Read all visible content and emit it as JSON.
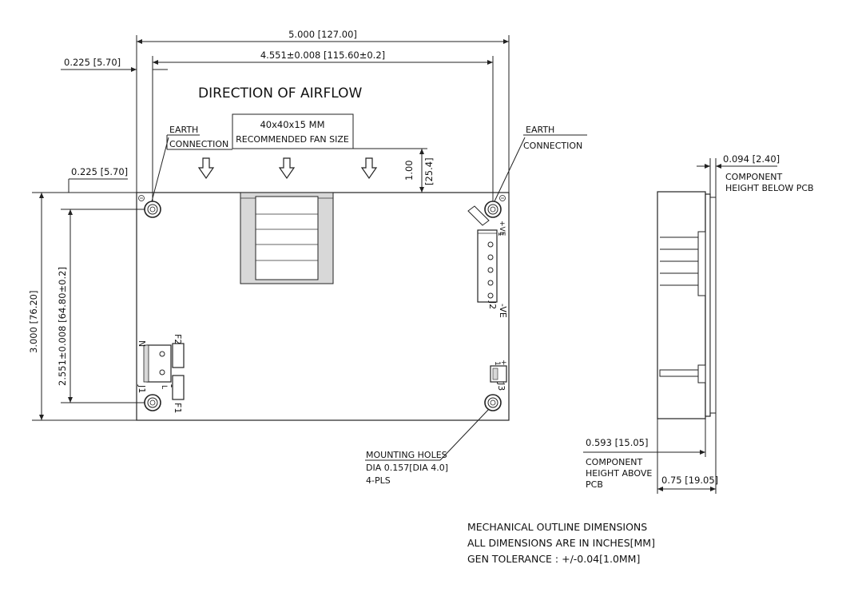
{
  "dimensions": {
    "overall_width": "5.000 [127.00]",
    "hole_spacing_width": "4.551±0.008 [115.60±0.2]",
    "left_offset_top": "0.225 [5.70]",
    "left_offset_side": "0.225 [5.70]",
    "overall_height": "3.000 [76.20]",
    "hole_spacing_height": "2.551±0.008 [64.80±0.2]",
    "fan_clearance_in": "1.00",
    "fan_clearance_mm": "[25.4]",
    "below_pcb": "0.094 [2.40]",
    "above_pcb": "0.593 [15.05]",
    "total_height": "0.75 [19.05]"
  },
  "labels": {
    "airflow": "DIRECTION OF AIRFLOW",
    "fan_size_line1": "40x40x15 MM",
    "fan_size_line2": "RECOMMENDED FAN SIZE",
    "earth_left_1": "EARTH",
    "earth_left_2": "CONNECTION",
    "earth_right_1": "EARTH",
    "earth_right_2": "CONNECTION",
    "below_pcb_1": "COMPONENT",
    "below_pcb_2": "HEIGHT BELOW PCB",
    "above_pcb_1": "COMPONENT",
    "above_pcb_2": "HEIGHT ABOVE",
    "above_pcb_3": "PCB",
    "mounting_1": "MOUNTING HOLES",
    "mounting_2": "DIA 0.157[DIA 4.0]",
    "mounting_3": "4-PLS"
  },
  "board_marks": {
    "j1": "J1",
    "j2": "J2",
    "j3": "J3",
    "f1": "F1",
    "f2": "F2",
    "n": "N",
    "l": "L",
    "plus_ve": "+VE",
    "minus_ve": "-VE",
    "plus": "+",
    "minus": "-",
    "one_j1": "1",
    "one_j2": "1",
    "one_j3": "1"
  },
  "notes": {
    "line1": "MECHANICAL OUTLINE DIMENSIONS",
    "line2": "ALL DIMENSIONS ARE IN INCHES[MM]",
    "line3": "GEN TOLERANCE : +/-0.04[1.0MM]"
  }
}
